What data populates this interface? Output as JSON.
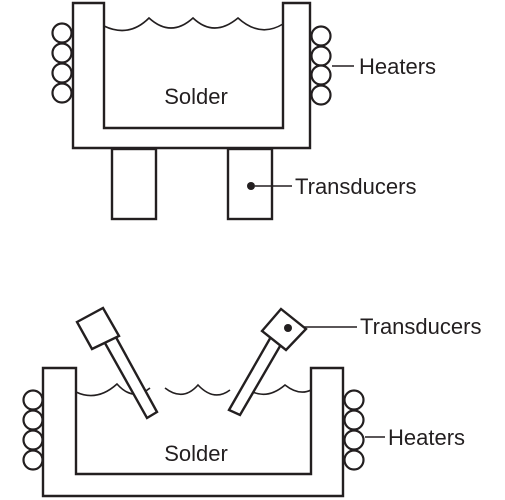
{
  "top_figure": {
    "liquid_label": "Solder",
    "heaters_label": "Heaters",
    "transducers_label": "Transducers"
  },
  "bottom_figure": {
    "liquid_label": "Solder",
    "heaters_label": "Heaters",
    "transducers_label": "Transducers"
  },
  "colors": {
    "ink": "#231f20",
    "background": "#ffffff"
  }
}
